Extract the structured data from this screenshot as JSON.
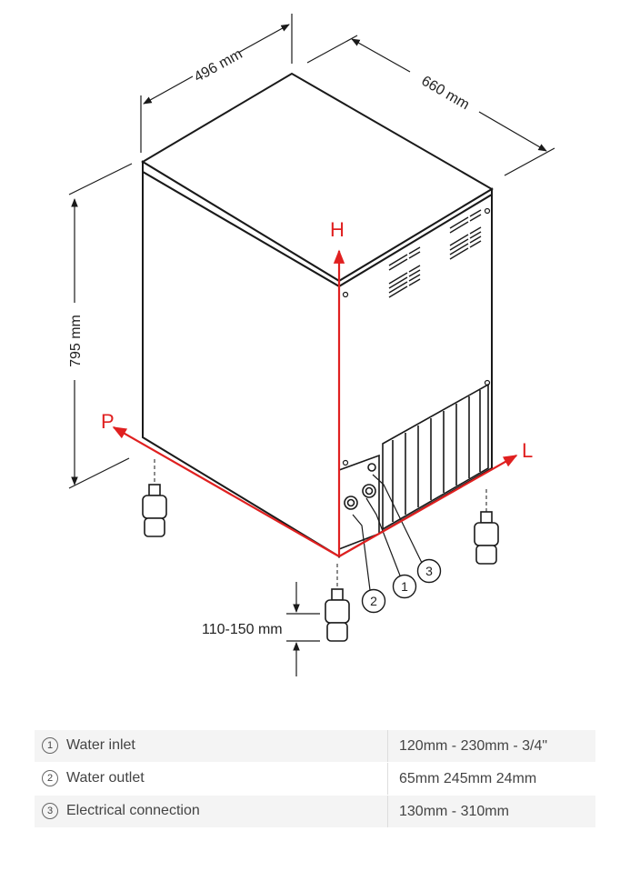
{
  "dimensions": {
    "width": "496 mm",
    "depth": "660 mm",
    "height": "795 mm",
    "legs": "110-150 mm"
  },
  "axes": {
    "height_axis": "H",
    "depth_axis": "P",
    "length_axis": "L"
  },
  "callouts": [
    "1",
    "2",
    "3"
  ],
  "colors": {
    "axis": "#e02020",
    "line": "#1a1a1a",
    "row_shade": "#f4f4f4"
  },
  "connections": [
    {
      "number": "1",
      "name": "Water inlet",
      "value": "120mm - 230mm - 3/4\""
    },
    {
      "number": "2",
      "name": "Water outlet",
      "value": "65mm 245mm 24mm"
    },
    {
      "number": "3",
      "name": "Electrical connection",
      "value": "130mm - 310mm"
    }
  ]
}
